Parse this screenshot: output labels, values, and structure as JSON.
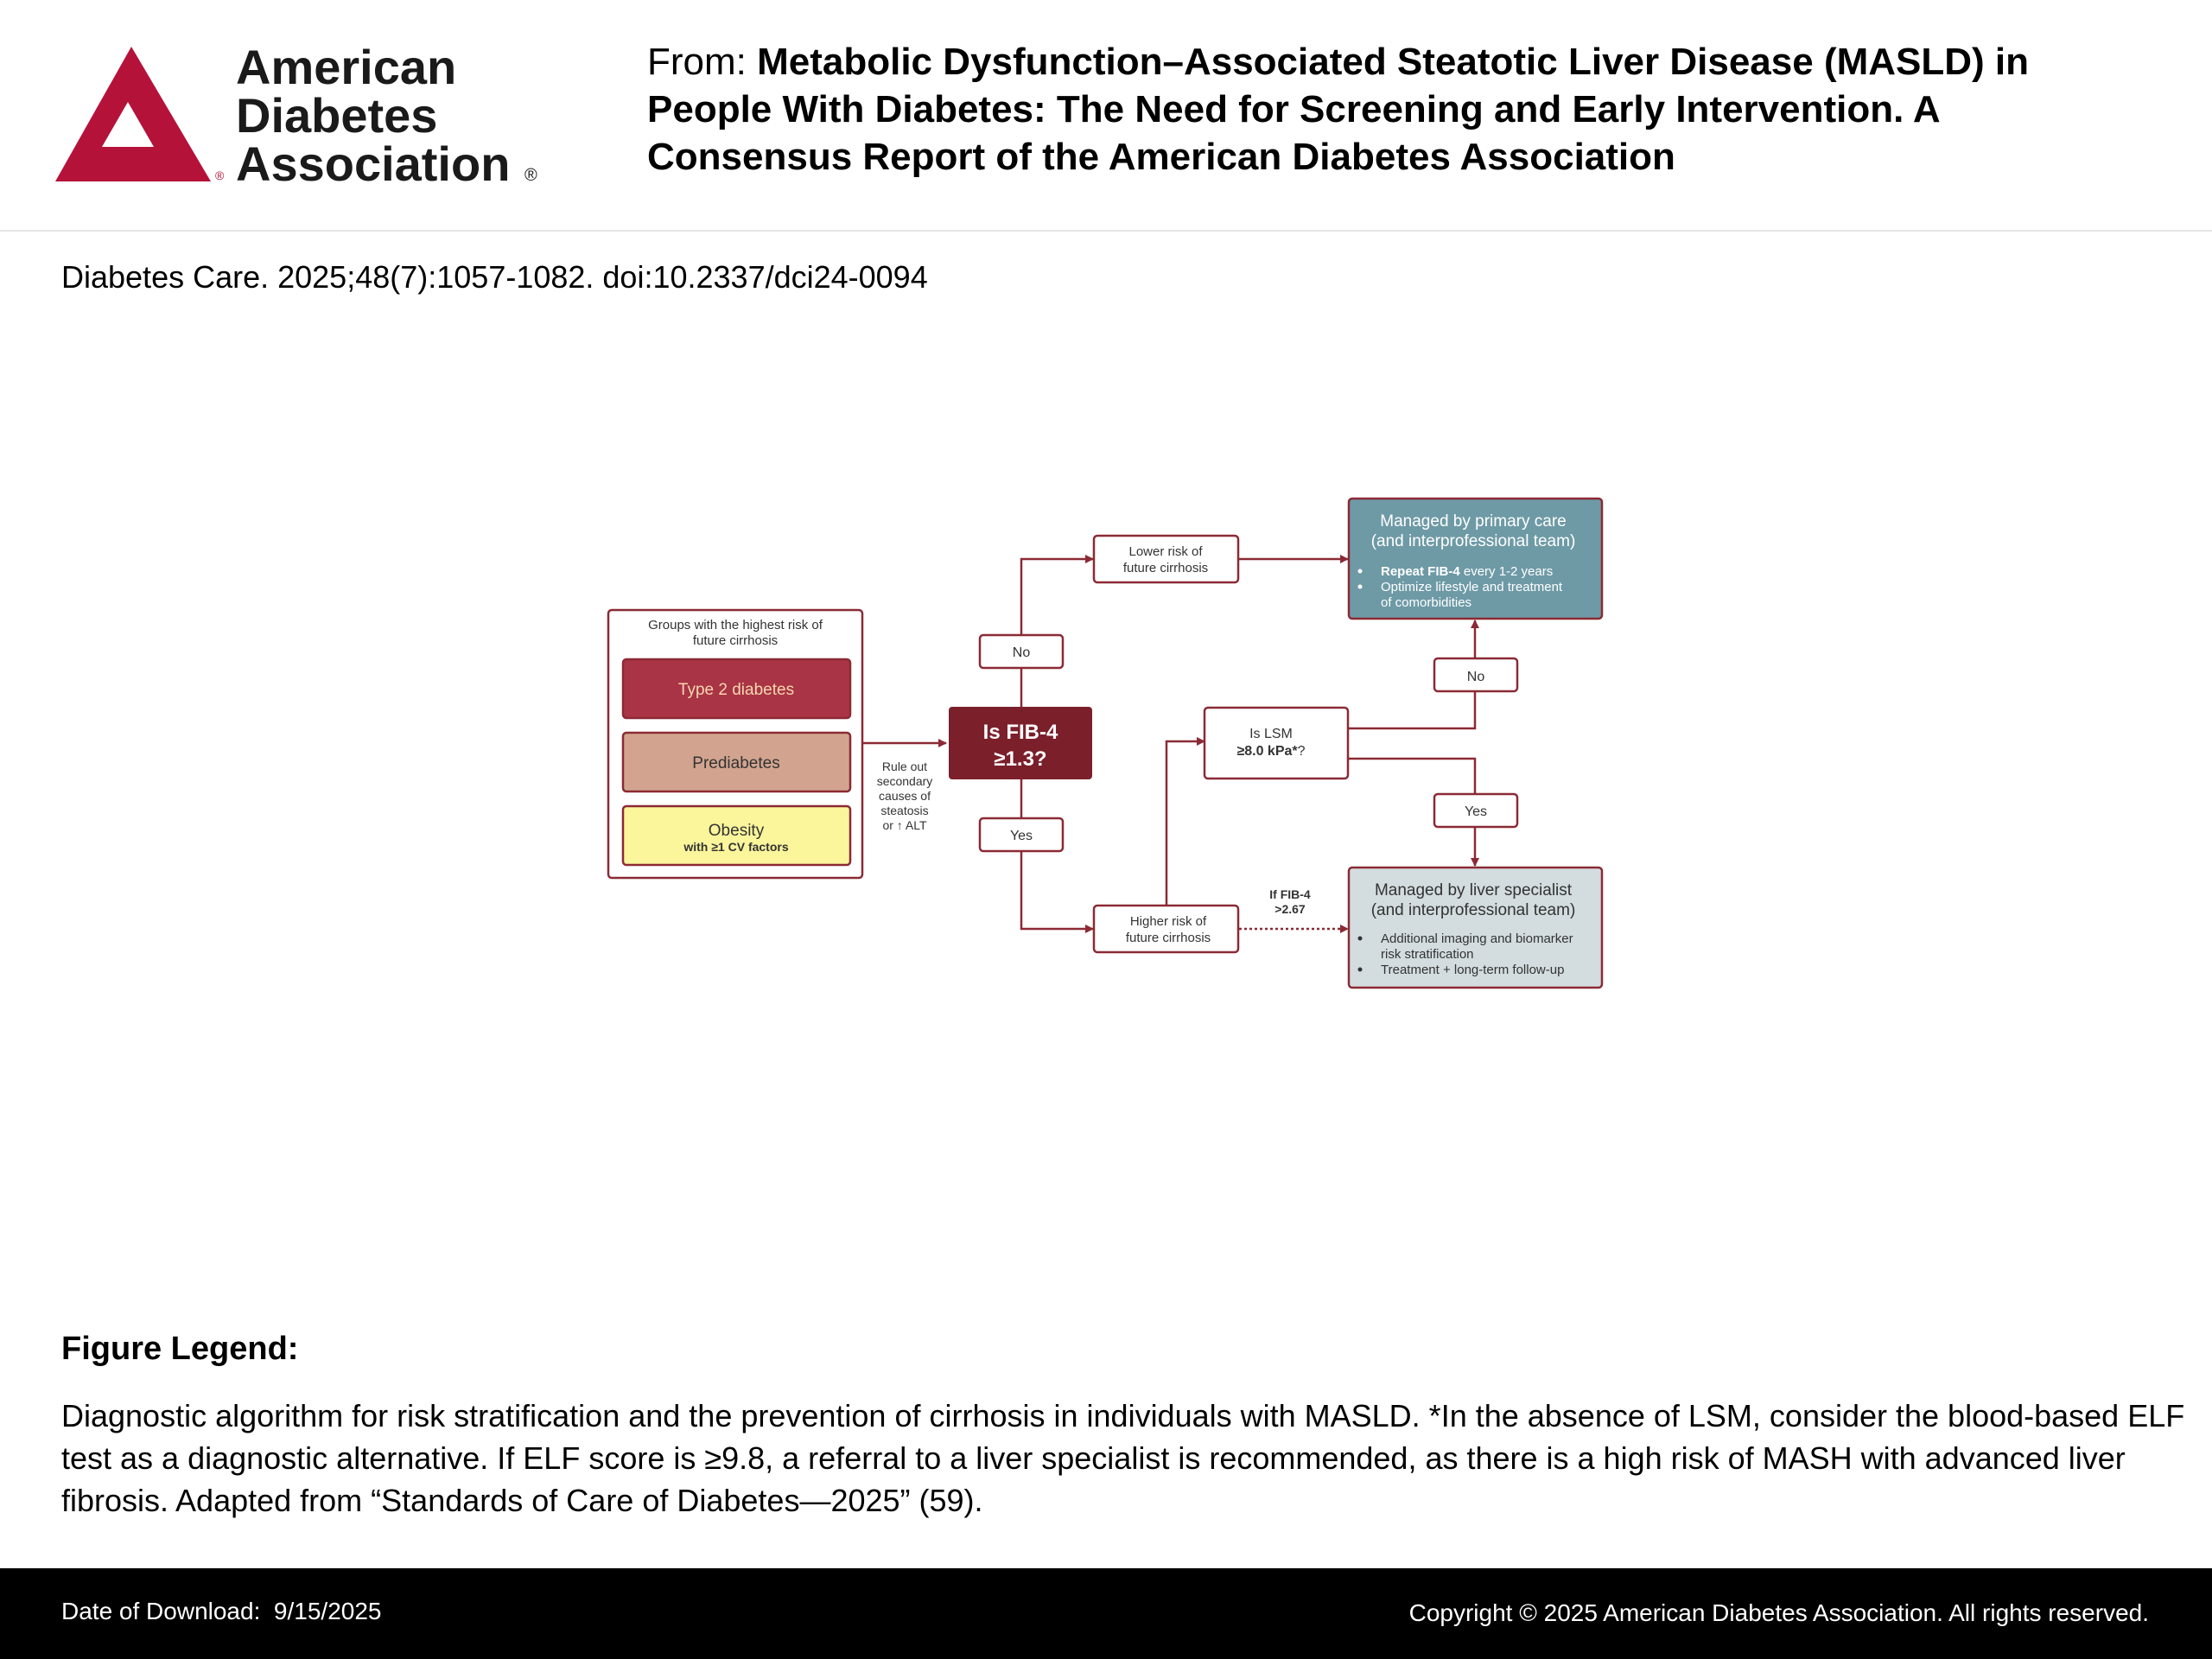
{
  "header": {
    "logo": {
      "icon": "ada-triangle-logo",
      "line1": "American",
      "line2": "Diabetes",
      "line3": "Association",
      "brand_color": "#b5123a"
    },
    "title_prefix": "From: ",
    "title": "Metabolic Dysfunction–Associated Steatotic Liver Disease (MASLD) in People With Diabetes: The Need for Screening and Early Intervention. A Consensus Report of the American Diabetes Association"
  },
  "citation": "Diabetes Care. 2025;48(7):1057-1082. doi:10.2337/dci24-0094",
  "diagram": {
    "colors": {
      "stroke": "#8b2a35",
      "fib_box": "#7b1f2b",
      "t2d": "#a93445",
      "prediabetes": "#d2a48f",
      "obesity": "#fbf59b",
      "primary_care": "#6e9aa6",
      "specialist": "#d3dcdf"
    },
    "groups_title_l1": "Groups with the highest risk of",
    "groups_title_l2": "future cirrhosis",
    "group_type2": "Type 2 diabetes",
    "group_prediabetes": "Prediabetes",
    "group_obesity": "Obesity",
    "group_obesity_sub": "with ≥1 CV factors",
    "rule_out": [
      "Rule out",
      "secondary",
      "causes of",
      "steatosis",
      "or ↑ ALT"
    ],
    "fib4_l1": "Is FIB-4",
    "fib4_l2": "≥1.3?",
    "no_label": "No",
    "yes_label": "Yes",
    "lower_risk_l1": "Lower risk of",
    "lower_risk_l2": "future cirrhosis",
    "higher_risk_l1": "Higher risk of",
    "higher_risk_l2": "future cirrhosis",
    "lsm_l1": "Is LSM",
    "lsm_l2": "≥8.0 kPa*",
    "lsm_q": "?",
    "lsm_no": "No",
    "lsm_yes": "Yes",
    "if_fib4_l1": "If FIB-4",
    "if_fib4_l2": ">2.67",
    "primary_title_l1": "Managed by primary care",
    "primary_title_l2": "(and interprofessional team)",
    "primary_b1_bold": "Repeat FIB-4",
    "primary_b1_rest": " every 1-2 years",
    "primary_b2_l1": "Optimize lifestyle and treatment",
    "primary_b2_l2": "of comorbidities",
    "spec_title_l1": "Managed by liver specialist",
    "spec_title_l2": "(and interprofessional team)",
    "spec_b1_l1": "Additional imaging and biomarker",
    "spec_b1_l2": "risk stratification",
    "spec_b2": "Treatment + long-term follow-up"
  },
  "legend": {
    "heading": "Figure Legend:",
    "text": "Diagnostic algorithm for risk stratification and the prevention of cirrhosis in individuals with MASLD. *In the absence of LSM, consider the blood-based ELF test as a diagnostic alternative. If ELF score is ≥9.8, a referral to a liver specialist is recommended, as there is a high risk of MASH with advanced liver fibrosis. Adapted from “Standards of Care of Diabetes—2025” (59)."
  },
  "footer": {
    "download_label": "Date of Download:  ",
    "download_date": "9/15/2025",
    "copyright": "Copyright © 2025 American Diabetes Association. All rights reserved."
  }
}
